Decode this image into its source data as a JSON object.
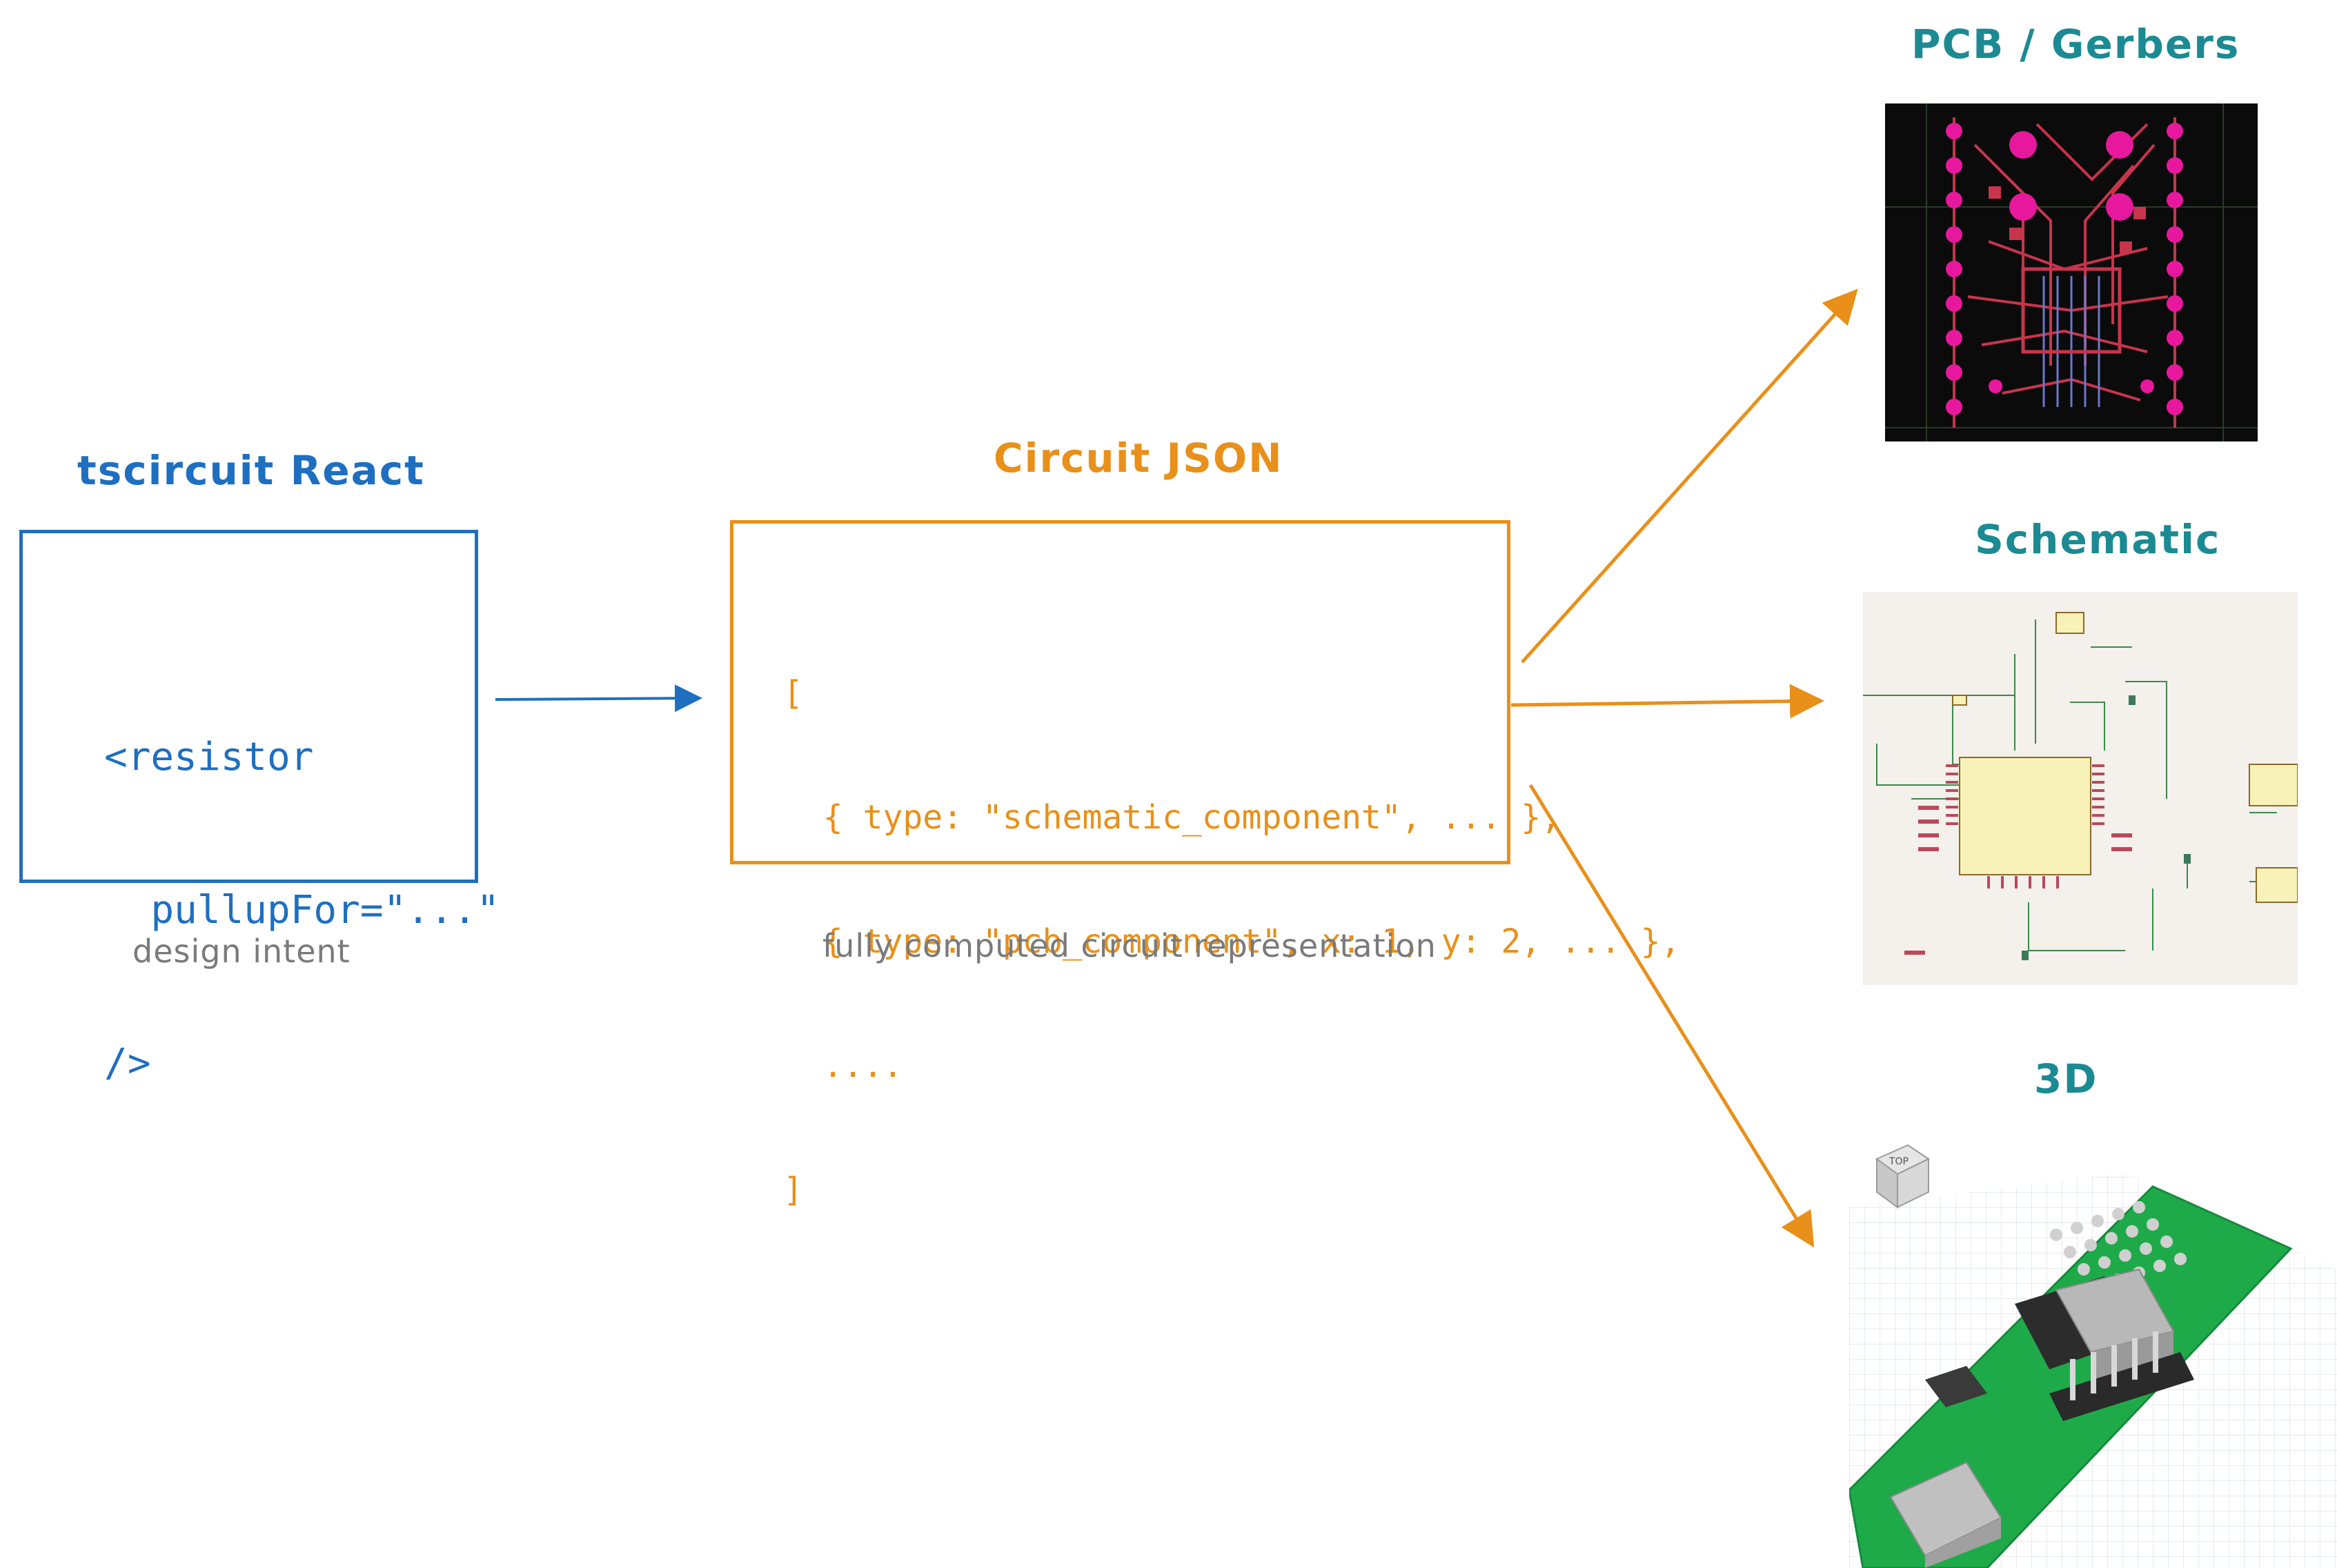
{
  "react": {
    "title": "tscircuit React",
    "code_lines": [
      "<resistor",
      "  pullupFor=\"...\"",
      "/>"
    ],
    "caption": "design intent",
    "color": "#1f6fc0"
  },
  "json": {
    "title": "Circuit JSON",
    "code_lines": [
      "[",
      "  { type: \"schematic_component\", ... },",
      "  { type: \"pcb_component\", x: 1, y: 2, ... },",
      "  ....",
      "]"
    ],
    "caption": "fully computed circuit representation",
    "color": "#e8901a"
  },
  "outputs": {
    "pcb_title": "PCB / Gerbers",
    "schematic_title": "Schematic",
    "threed_title": "3D",
    "color": "#1c8a93"
  },
  "threed": {
    "cube_label": "TOP"
  }
}
